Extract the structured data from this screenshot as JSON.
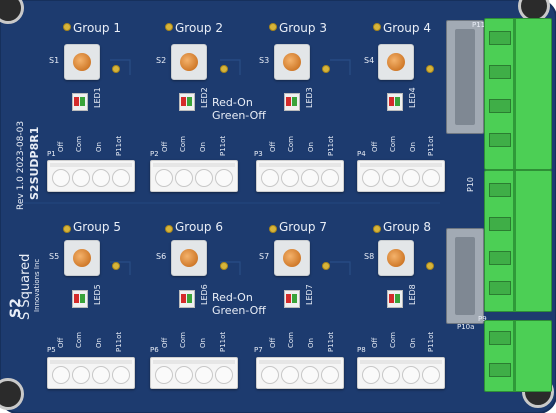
{
  "board": {
    "background": "#1d3b6f",
    "revision": "Rev 1.0  2023-08-03",
    "part_number": "S2SUDP8R1",
    "company": "S Squared",
    "company_sub": "Innovations Inc",
    "logo_text": "S2"
  },
  "legend": {
    "line1": "Red-On",
    "line2": "Green-Off"
  },
  "groups": [
    {
      "name": "Group 1",
      "switch": "S1",
      "led": "LED1",
      "conn": "P1"
    },
    {
      "name": "Group 2",
      "switch": "S2",
      "led": "LED2",
      "conn": "P2"
    },
    {
      "name": "Group 3",
      "switch": "S3",
      "led": "LED3",
      "conn": "P3"
    },
    {
      "name": "Group 4",
      "switch": "S4",
      "led": "LED4",
      "conn": "P4"
    },
    {
      "name": "Group 5",
      "switch": "S5",
      "led": "LED5",
      "conn": "P5"
    },
    {
      "name": "Group 6",
      "switch": "S6",
      "led": "LED6",
      "conn": "P6"
    },
    {
      "name": "Group 7",
      "switch": "S7",
      "led": "LED7",
      "conn": "P7"
    },
    {
      "name": "Group 8",
      "switch": "S8",
      "led": "LED8",
      "conn": "P8"
    }
  ],
  "pin_labels": [
    "Off",
    "Com",
    "On",
    "P11ot"
  ],
  "right_labels": {
    "top": "P11",
    "mid": "P10",
    "bottom": "P10a",
    "bottom2": "P9"
  },
  "colors": {
    "board": "#1d3b6f",
    "silkscreen": "#e9eef7",
    "switch_cap": "#e49446",
    "connector_green": "#4ccf55",
    "connector_white": "#f5f5f5",
    "connector_grey": "#9aa3ad"
  }
}
